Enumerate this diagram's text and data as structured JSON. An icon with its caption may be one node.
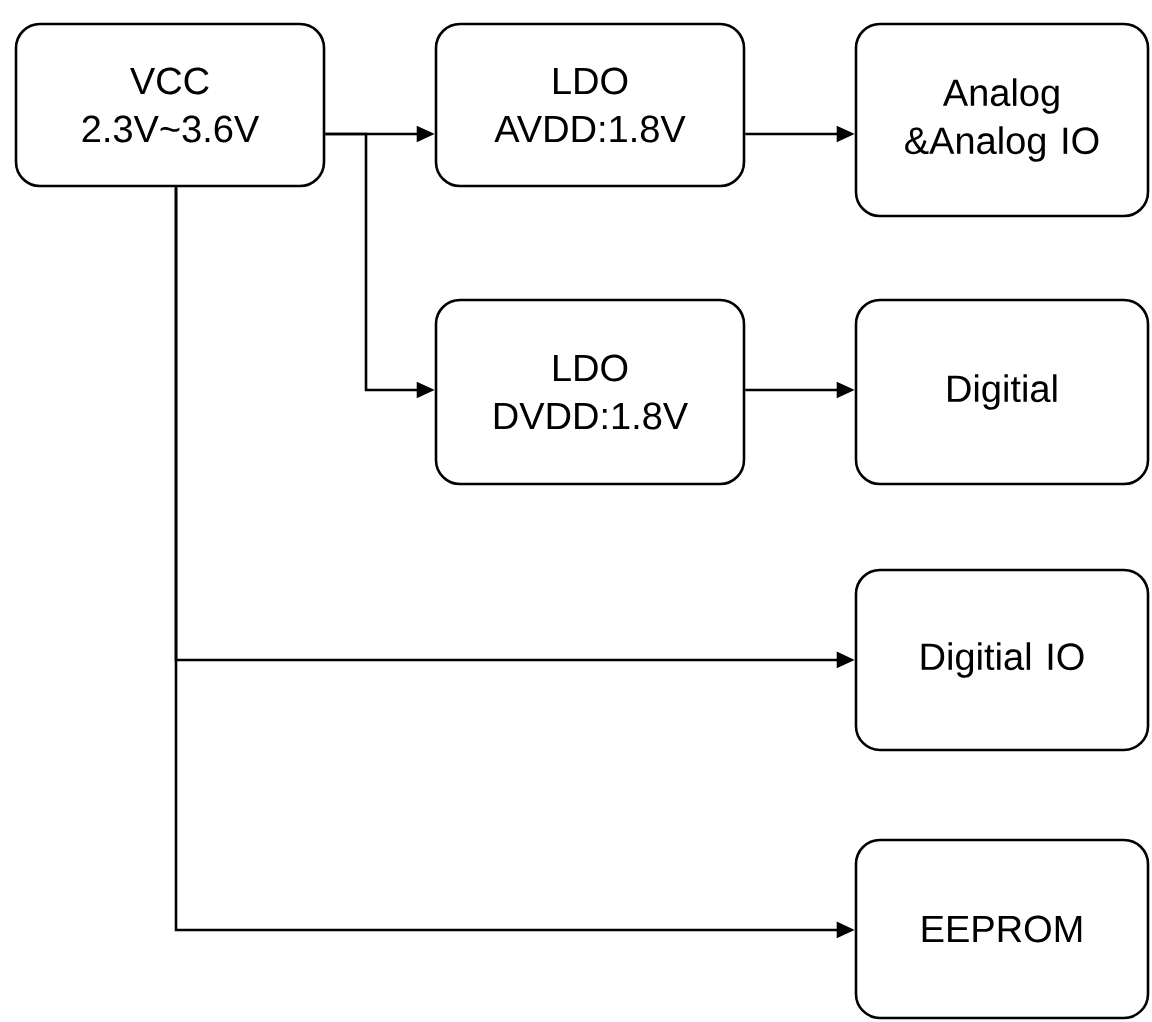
{
  "diagram": {
    "nodes": [
      {
        "text": [
          "VCC",
          "2.3V~3.6V"
        ]
      },
      {
        "text": [
          "LDO",
          "AVDD:1.8V"
        ]
      },
      {
        "text": [
          "Analog &Analog IO"
        ]
      },
      {
        "text": [
          "LDO",
          "DVDD:1.8V"
        ]
      },
      {
        "text": [
          "Digitial"
        ]
      },
      {
        "text": [
          "Digitial IO"
        ]
      },
      {
        "text": [
          "EEPROM"
        ]
      }
    ],
    "edges": [
      {
        "from": 0,
        "to": 1,
        "arrow": "to"
      },
      {
        "from": 1,
        "to": 2,
        "arrow": "to"
      },
      {
        "from": 0,
        "to": 3,
        "arrow": "to"
      },
      {
        "from": 3,
        "to": 4,
        "arrow": "to"
      },
      {
        "from": 0,
        "to": 5,
        "arrow": "to"
      },
      {
        "from": 0,
        "to": 6,
        "arrow": "to"
      }
    ]
  }
}
